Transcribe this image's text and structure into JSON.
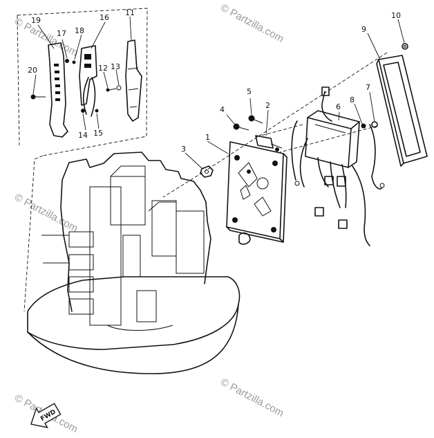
{
  "diagram": {
    "callouts": [
      {
        "id": "c1",
        "text": "1"
      },
      {
        "id": "c2",
        "text": "2"
      },
      {
        "id": "c3",
        "text": "3"
      },
      {
        "id": "c4",
        "text": "4"
      },
      {
        "id": "c5",
        "text": "5"
      },
      {
        "id": "c6",
        "text": "6"
      },
      {
        "id": "c7",
        "text": "7"
      },
      {
        "id": "c8",
        "text": "8"
      },
      {
        "id": "c9",
        "text": "9"
      },
      {
        "id": "c10",
        "text": "10"
      },
      {
        "id": "c11",
        "text": "11"
      },
      {
        "id": "c12",
        "text": "12"
      },
      {
        "id": "c13",
        "text": "13"
      },
      {
        "id": "c14",
        "text": "14"
      },
      {
        "id": "c15",
        "text": "15"
      },
      {
        "id": "c16",
        "text": "16"
      },
      {
        "id": "c17",
        "text": "17"
      },
      {
        "id": "c18",
        "text": "18"
      },
      {
        "id": "c19",
        "text": "19"
      },
      {
        "id": "c20",
        "text": "20"
      }
    ],
    "fwd_label": "FWD",
    "watermark": "© Partzilla.com"
  }
}
